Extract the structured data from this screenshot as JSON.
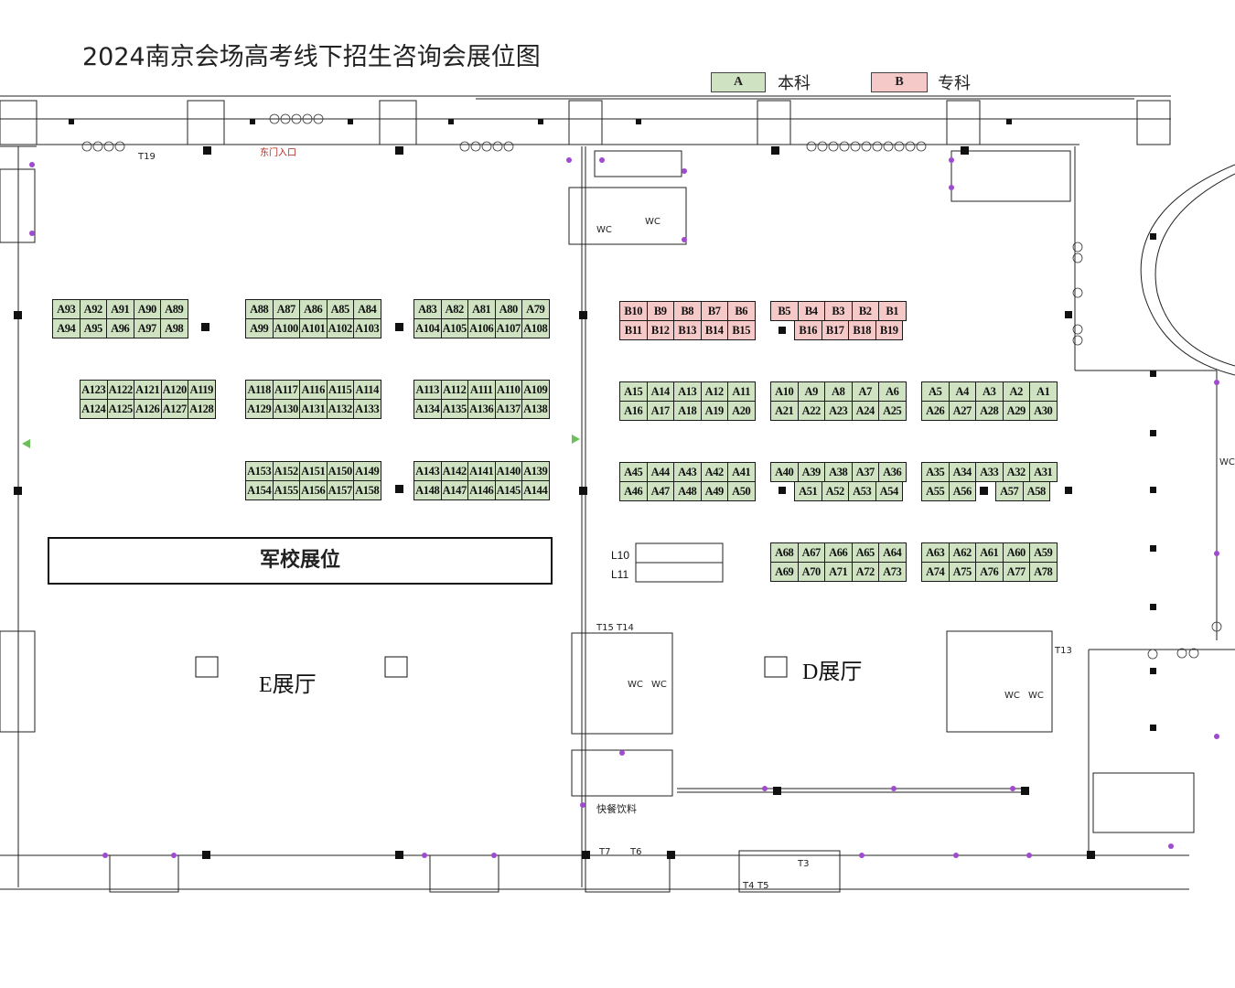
{
  "title": "2024南京会场高考线下招生咨询会展位图",
  "legend": [
    {
      "code": "A",
      "label": "本科",
      "color": "#cfe3c3"
    },
    {
      "code": "B",
      "label": "专科",
      "color": "#f6c9c9"
    }
  ],
  "military_area": "军校展位",
  "halls": {
    "e": "E展厅",
    "d": "D展厅"
  },
  "labels": {
    "east_entrance": "东门入口",
    "food": "快餐饮料",
    "wc": "WC",
    "escalator_top": "L10",
    "escalator_bottom": "L11",
    "t19": "T19",
    "t15": "T15",
    "t14": "T14",
    "t13": "T13",
    "t7": "T7",
    "t6": "T6",
    "t3": "T3",
    "t4": "T4",
    "t5": "T5"
  },
  "colors": {
    "ben": "#cfe3c3",
    "zhuan": "#f6c9c9",
    "wall": "#222222",
    "marker": "#8a2be2"
  },
  "booths": {
    "r1_w1_top": [
      "A93",
      "A92",
      "A91",
      "A90",
      "A89"
    ],
    "r1_w1_bot": [
      "A94",
      "A95",
      "A96",
      "A97",
      "A98"
    ],
    "r1_w2_top": [
      "A88",
      "A87",
      "A86",
      "A85",
      "A84"
    ],
    "r1_w2_bot": [
      "A99",
      "A100",
      "A101",
      "A102",
      "A103"
    ],
    "r1_w3_top": [
      "A83",
      "A82",
      "A81",
      "A80",
      "A79"
    ],
    "r1_w3_bot": [
      "A104",
      "A105",
      "A106",
      "A107",
      "A108"
    ],
    "r1_e1_top": [
      "B10",
      "B9",
      "B8",
      "B7",
      "B6"
    ],
    "r1_e1_bot": [
      "B11",
      "B12",
      "B13",
      "B14",
      "B15"
    ],
    "r1_e2_top": [
      "B5",
      "B4",
      "B3",
      "B2",
      "B1"
    ],
    "r1_e2_bot": [
      "B16",
      "B17",
      "B18",
      "B19"
    ],
    "r2_w1_top": [
      "A123",
      "A122",
      "A121",
      "A120",
      "A119"
    ],
    "r2_w1_bot": [
      "A124",
      "A125",
      "A126",
      "A127",
      "A128"
    ],
    "r2_w2_top": [
      "A118",
      "A117",
      "A116",
      "A115",
      "A114"
    ],
    "r2_w2_bot": [
      "A129",
      "A130",
      "A131",
      "A132",
      "A133"
    ],
    "r2_w3_top": [
      "A113",
      "A112",
      "A111",
      "A110",
      "A109"
    ],
    "r2_w3_bot": [
      "A134",
      "A135",
      "A136",
      "A137",
      "A138"
    ],
    "r2_e1_top": [
      "A15",
      "A14",
      "A13",
      "A12",
      "A11"
    ],
    "r2_e1_bot": [
      "A16",
      "A17",
      "A18",
      "A19",
      "A20"
    ],
    "r2_e2_top": [
      "A10",
      "A9",
      "A8",
      "A7",
      "A6"
    ],
    "r2_e2_bot": [
      "A21",
      "A22",
      "A23",
      "A24",
      "A25"
    ],
    "r2_e3_top": [
      "A5",
      "A4",
      "A3",
      "A2",
      "A1"
    ],
    "r2_e3_bot": [
      "A26",
      "A27",
      "A28",
      "A29",
      "A30"
    ],
    "r3_w2_top": [
      "A153",
      "A152",
      "A151",
      "A150",
      "A149"
    ],
    "r3_w2_bot": [
      "A154",
      "A155",
      "A156",
      "A157",
      "A158"
    ],
    "r3_w3_top": [
      "A143",
      "A142",
      "A141",
      "A140",
      "A139"
    ],
    "r3_w3_bot": [
      "A148",
      "A147",
      "A146",
      "A145",
      "A144"
    ],
    "r3_e1_top": [
      "A45",
      "A44",
      "A43",
      "A42",
      "A41"
    ],
    "r3_e1_bot": [
      "A46",
      "A47",
      "A48",
      "A49",
      "A50"
    ],
    "r3_e2_top": [
      "A40",
      "A39",
      "A38",
      "A37",
      "A36"
    ],
    "r3_e2_bot": [
      "A51",
      "A52",
      "A53",
      "A54"
    ],
    "r3_e3_top": [
      "A35",
      "A34",
      "A33",
      "A32",
      "A31"
    ],
    "r3_e3_bot_left": [
      "A55",
      "A56"
    ],
    "r3_e3_bot_right": [
      "A57",
      "A58"
    ],
    "r4_e2_top": [
      "A68",
      "A67",
      "A66",
      "A65",
      "A64"
    ],
    "r4_e2_bot": [
      "A69",
      "A70",
      "A71",
      "A72",
      "A73"
    ],
    "r4_e3_top": [
      "A63",
      "A62",
      "A61",
      "A60",
      "A59"
    ],
    "r4_e3_bot": [
      "A74",
      "A75",
      "A76",
      "A77",
      "A78"
    ]
  }
}
